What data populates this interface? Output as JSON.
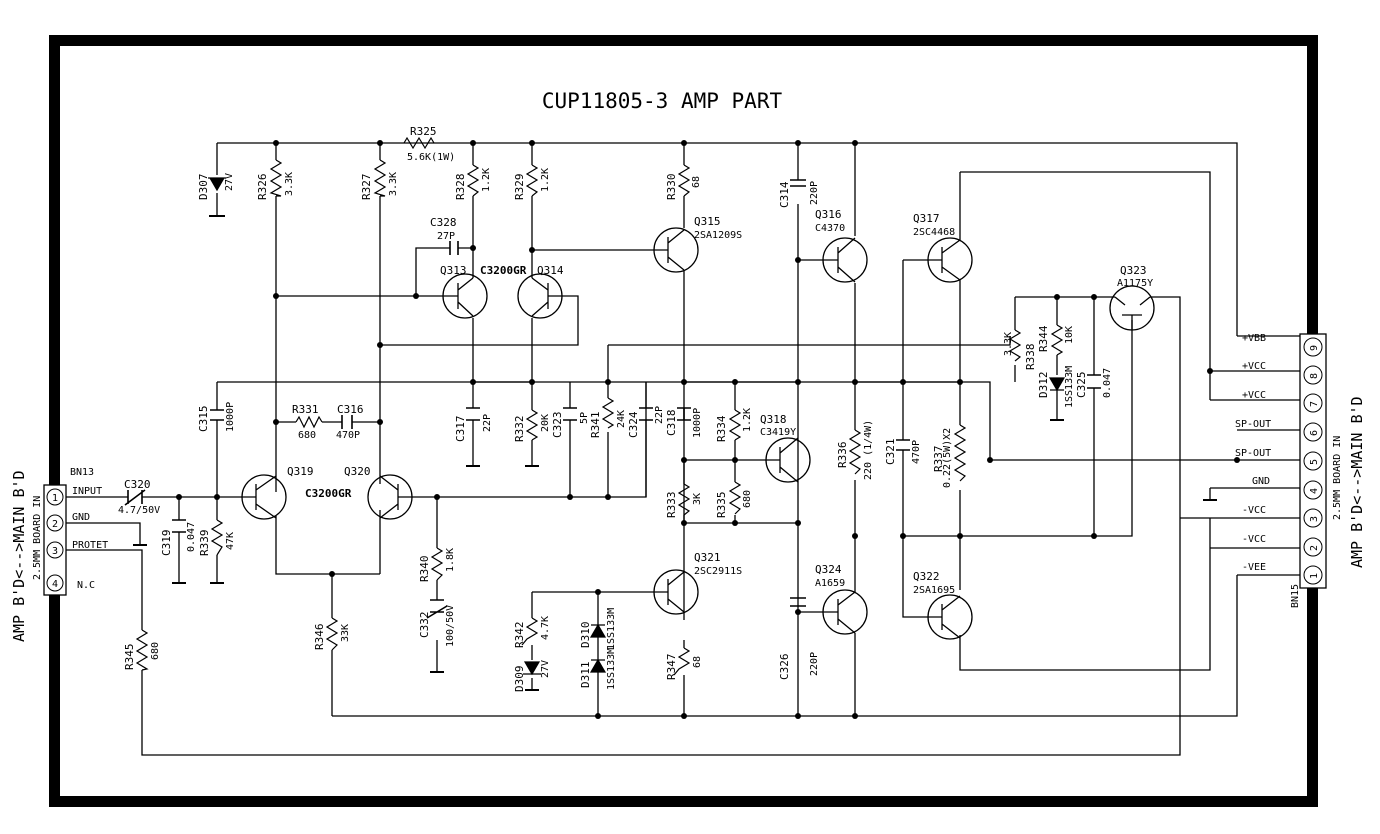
{
  "title": "CUP11805-3  AMP PART",
  "left_connector": {
    "side_label": "AMP  B'D<-->MAIN B'D",
    "board_note": "2.5MM BOARD IN",
    "ref": "BN13",
    "pins": [
      {
        "num": "1",
        "label": "INPUT"
      },
      {
        "num": "2",
        "label": "GND"
      },
      {
        "num": "3",
        "label": "PROTET"
      },
      {
        "num": "4",
        "label": "N.C"
      }
    ]
  },
  "right_connector": {
    "side_label": "AMP  B'D<-->MAIN B'D",
    "board_note": "2.5MM BOARD IN",
    "ref": "BN15",
    "pins": [
      {
        "num": "9",
        "label": "+VBB"
      },
      {
        "num": "8",
        "label": "+VCC"
      },
      {
        "num": "7",
        "label": "+VCC"
      },
      {
        "num": "6",
        "label": "SP-OUT"
      },
      {
        "num": "5",
        "label": "SP-OUT"
      },
      {
        "num": "4",
        "label": "GND"
      },
      {
        "num": "3",
        "label": "-VCC"
      },
      {
        "num": "2",
        "label": "-VCC"
      },
      {
        "num": "1",
        "label": "-VEE"
      }
    ]
  },
  "transistors": [
    {
      "ref": "Q313",
      "part": ""
    },
    {
      "ref": "Q314",
      "part": ""
    },
    {
      "ref": "Q315",
      "part": "2SA1209S"
    },
    {
      "ref": "Q316",
      "part": "C4370"
    },
    {
      "ref": "Q317",
      "part": "2SC4468"
    },
    {
      "ref": "Q318",
      "part": "C3419Y"
    },
    {
      "ref": "Q319",
      "part": ""
    },
    {
      "ref": "Q320",
      "part": ""
    },
    {
      "ref": "Q321",
      "part": "2SC2911S"
    },
    {
      "ref": "Q322",
      "part": "2SA1695"
    },
    {
      "ref": "Q323",
      "part": "A1175Y"
    },
    {
      "ref": "Q324",
      "part": "A1659"
    }
  ],
  "pair_labels": [
    "C3200GR",
    "C3200GR"
  ],
  "resistors": [
    {
      "ref": "R325",
      "value": "5.6K(1W)"
    },
    {
      "ref": "R326",
      "value": "3.3K"
    },
    {
      "ref": "R327",
      "value": "3.3K"
    },
    {
      "ref": "R328",
      "value": "1.2K"
    },
    {
      "ref": "R329",
      "value": "1.2K"
    },
    {
      "ref": "R330",
      "value": "68"
    },
    {
      "ref": "R331",
      "value": "680"
    },
    {
      "ref": "R332",
      "value": "20K"
    },
    {
      "ref": "R333",
      "value": "3K"
    },
    {
      "ref": "R334",
      "value": "1.2K"
    },
    {
      "ref": "R335",
      "value": "680"
    },
    {
      "ref": "R336",
      "value": "220 (1/4W)"
    },
    {
      "ref": "R337",
      "value": "0.22(5W)X2"
    },
    {
      "ref": "R338",
      "value": "3.3K"
    },
    {
      "ref": "R339",
      "value": "47K"
    },
    {
      "ref": "R340",
      "value": "1.8K"
    },
    {
      "ref": "R341",
      "value": "24K"
    },
    {
      "ref": "R342",
      "value": "4.7K"
    },
    {
      "ref": "R344",
      "value": "10K"
    },
    {
      "ref": "R345",
      "value": "680"
    },
    {
      "ref": "R346",
      "value": "33K"
    },
    {
      "ref": "R347",
      "value": "68"
    }
  ],
  "capacitors": [
    {
      "ref": "C314",
      "value": "220P"
    },
    {
      "ref": "C315",
      "value": "1000P"
    },
    {
      "ref": "C316",
      "value": "470P"
    },
    {
      "ref": "C317",
      "value": "22P"
    },
    {
      "ref": "C318",
      "value": "1000P"
    },
    {
      "ref": "C319",
      "value": "0.047"
    },
    {
      "ref": "C320",
      "value": "4.7/50V"
    },
    {
      "ref": "C321",
      "value": "470P"
    },
    {
      "ref": "C323",
      "value": "5P"
    },
    {
      "ref": "C324",
      "value": "22P"
    },
    {
      "ref": "C325",
      "value": "0.047"
    },
    {
      "ref": "C326",
      "value": "220P"
    },
    {
      "ref": "C328",
      "value": "27P"
    },
    {
      "ref": "C332",
      "value": "100/50V"
    }
  ],
  "diodes": [
    {
      "ref": "D307",
      "value": "27V"
    },
    {
      "ref": "D309",
      "value": "27V"
    },
    {
      "ref": "D310",
      "value": "1SS133M"
    },
    {
      "ref": "D311",
      "value": "1SS133M"
    },
    {
      "ref": "D312",
      "value": "1SS133M"
    }
  ]
}
